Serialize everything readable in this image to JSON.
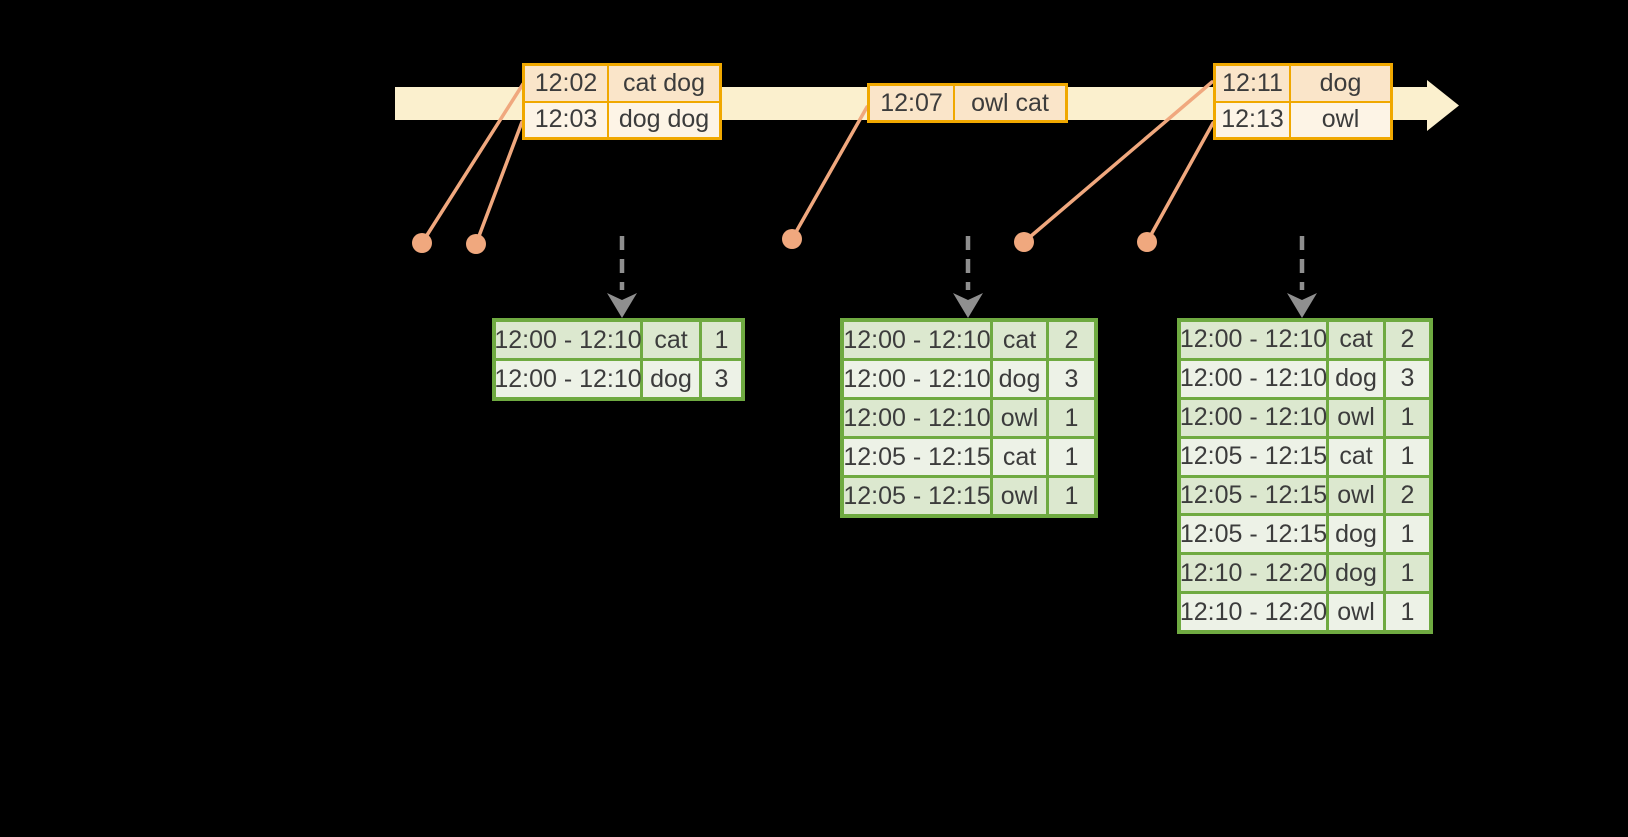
{
  "colors": {
    "timeline_fill": "#FBF0CE",
    "event_border": "#F0A800",
    "event_row_dark": "#FAE5C9",
    "event_row_light": "#FDF4E6",
    "connector": "#F0A87E",
    "trigger_arrow": "#8F8F8F",
    "result_border": "#6FAA41",
    "result_row_dark": "#DCE8CF",
    "result_row_light": "#EDF2E7",
    "text": "#3C3C3C"
  },
  "event_tables": [
    {
      "rows": [
        {
          "time": "12:02",
          "words": "cat dog"
        },
        {
          "time": "12:03",
          "words": "dog dog"
        }
      ]
    },
    {
      "rows": [
        {
          "time": "12:07",
          "words": "owl cat"
        }
      ]
    },
    {
      "rows": [
        {
          "time": "12:11",
          "words": "dog"
        },
        {
          "time": "12:13",
          "words": "owl"
        }
      ]
    }
  ],
  "result_tables": [
    {
      "rows": [
        {
          "window": "12:00 - 12:10",
          "word": "cat",
          "count": "1"
        },
        {
          "window": "12:00 - 12:10",
          "word": "dog",
          "count": "3"
        }
      ]
    },
    {
      "rows": [
        {
          "window": "12:00 - 12:10",
          "word": "cat",
          "count": "2"
        },
        {
          "window": "12:00 - 12:10",
          "word": "dog",
          "count": "3"
        },
        {
          "window": "12:00 - 12:10",
          "word": "owl",
          "count": "1"
        },
        {
          "window": "12:05 - 12:15",
          "word": "cat",
          "count": "1"
        },
        {
          "window": "12:05 - 12:15",
          "word": "owl",
          "count": "1"
        }
      ]
    },
    {
      "rows": [
        {
          "window": "12:00 - 12:10",
          "word": "cat",
          "count": "2"
        },
        {
          "window": "12:00 - 12:10",
          "word": "dog",
          "count": "3"
        },
        {
          "window": "12:00 - 12:10",
          "word": "owl",
          "count": "1"
        },
        {
          "window": "12:05 - 12:15",
          "word": "cat",
          "count": "1"
        },
        {
          "window": "12:05 - 12:15",
          "word": "owl",
          "count": "2"
        },
        {
          "window": "12:05 - 12:15",
          "word": "dog",
          "count": "1"
        },
        {
          "window": "12:10 - 12:20",
          "word": "dog",
          "count": "1"
        },
        {
          "window": "12:10 - 12:20",
          "word": "owl",
          "count": "1"
        }
      ]
    }
  ]
}
